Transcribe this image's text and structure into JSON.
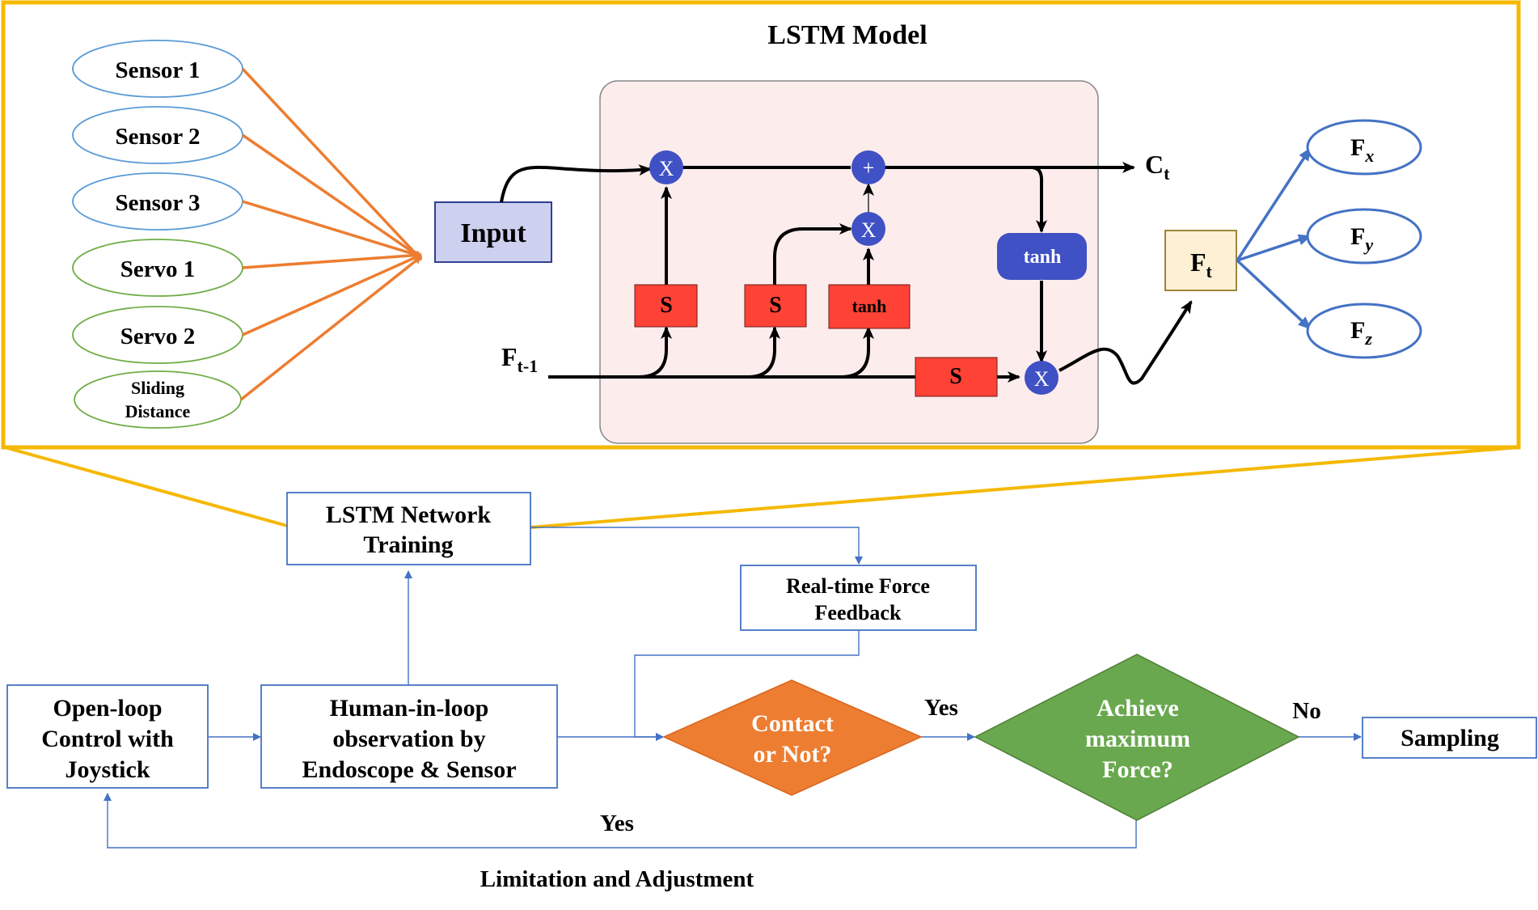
{
  "lstm_panel": {
    "title": "LSTM Model",
    "inputs": [
      "Sensor 1",
      "Sensor 2",
      "Sensor 3",
      "Servo 1",
      "Servo 2"
    ],
    "sliding_line1": "Sliding",
    "sliding_line2": "Distance",
    "input_box": "Input",
    "gate_sigma": "S",
    "gate_tanh": "tanh",
    "cell_tanh": "tanh",
    "op_mult": "X",
    "op_add": "+",
    "cell_state": "C",
    "cell_state_sub": "t",
    "prev_output": "F",
    "prev_output_sub": "t-1",
    "output": "F",
    "output_sub": "t",
    "forces": [
      {
        "main": "F",
        "sub": "x"
      },
      {
        "main": "F",
        "sub": "y"
      },
      {
        "main": "F",
        "sub": "z"
      }
    ]
  },
  "flow": {
    "lstm_training_line1": "LSTM Network",
    "lstm_training_line2": "Training",
    "feedback_line1": "Real-time Force",
    "feedback_line2": "Feedback",
    "open_loop_line1": "Open-loop",
    "open_loop_line2": "Control with",
    "open_loop_line3": "Joystick",
    "human_line1": "Human-in-loop",
    "human_line2": "observation by",
    "human_line3": "Endoscope & Sensor",
    "contact_line1": "Contact",
    "contact_line2": "or Not?",
    "achieve_line1": "Achieve",
    "achieve_line2": "maximum",
    "achieve_line3": "Force?",
    "sampling": "Sampling",
    "yes_contact": "Yes",
    "no_achieve": "No",
    "yes_loop": "Yes",
    "loop_label": "Limitation and Adjustment"
  },
  "colors": {
    "panel_border": "#f5b800",
    "orange_arrow": "#ed7d31",
    "blue_outline": "#5b9bd5",
    "green_outline": "#70ad47",
    "sigma_red": "#ff4236",
    "op_blue": "#3f51c4",
    "input_fill": "#cdd0ee",
    "cell_bg": "#fdecec",
    "ft_fill": "#fdf0d5",
    "contact_orange": "#ed7d31",
    "achieve_green": "#6aa84f",
    "flow_line": "#4472c4"
  }
}
